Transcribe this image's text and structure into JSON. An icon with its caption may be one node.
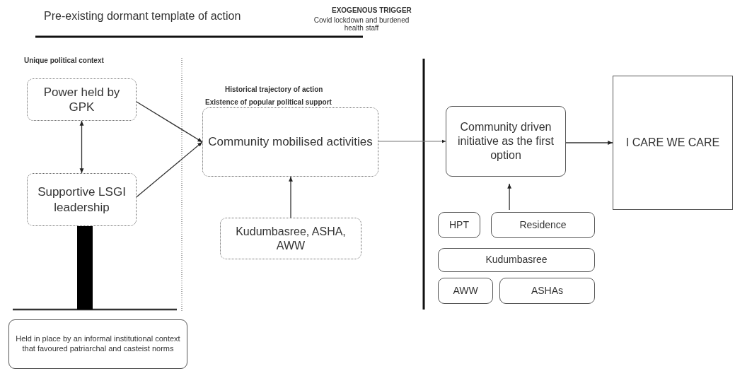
{
  "diagram": {
    "nodes": [
      {
        "text": [
          "Power held by GPK"
        ]
      },
      {
        "text": [
          "Supportive LSGI leadership"
        ]
      },
      {
        "text": [
          "Community mobilised activities"
        ]
      },
      {
        "text": [
          "Kudumbasree, ASHA, AWW"
        ]
      },
      {
        "text": [
          "Community driven initiative as the first option"
        ]
      },
      {
        "text": [
          "I CARE WE CARE"
        ]
      },
      {
        "text": [
          "HPT"
        ]
      },
      {
        "text": [
          "Residence"
        ]
      },
      {
        "text": [
          "Kudumbasree"
        ]
      },
      {
        "text": [
          "AWW"
        ]
      },
      {
        "text": [
          "ASHAs"
        ]
      },
      {
        "text": [
          "Held in place by an informal institutional context that favoured patriarchal and casteist norms"
        ]
      }
    ],
    "edges": [
      {
        "from": 0,
        "to": 1,
        "arrow": "both"
      },
      {
        "from": 0,
        "to": 2,
        "arrow": "to"
      },
      {
        "from": 1,
        "to": 2,
        "arrow": "to"
      },
      {
        "from": 3,
        "to": 2,
        "arrow": "to"
      },
      {
        "from": 2,
        "to": 4,
        "arrow": "to"
      },
      {
        "from": 7,
        "to": 4,
        "arrow": "to"
      },
      {
        "from": 4,
        "to": 5,
        "arrow": "to"
      },
      {
        "from": 11,
        "to": 1,
        "arrow": "to",
        "style": "thick"
      }
    ],
    "labels": [
      "Pre-existing dormant template of action",
      "EXOGENOUS TRIGGER",
      "Covid lockdown and burdened health staff",
      "Unique political context",
      "Historical trajectory of action",
      "Existence of popular political support"
    ]
  }
}
